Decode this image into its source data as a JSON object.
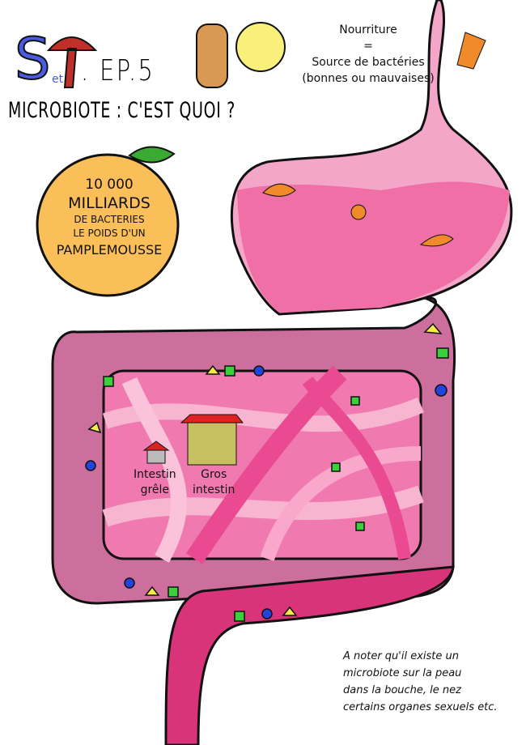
{
  "title": {
    "letter_s": "S",
    "et": "et",
    "episode": ". EP.5",
    "subtitle": "MICROBIOTE : C'EST QUOI ?"
  },
  "food_note": {
    "line1": "Nourriture",
    "line2": "=",
    "line3": "Source de bactéries",
    "line4": "(bonnes ou mauvaises)"
  },
  "grapefruit": {
    "line1": "10 000",
    "line2": "MILLIARDS",
    "line3": "DE BACTERIES",
    "line4": "LE POIDS D'UN",
    "line5": "PAMPLEMOUSSE"
  },
  "labels": {
    "small_intestine_1": "Intestin",
    "small_intestine_2": "grêle",
    "large_intestine_1": "Gros",
    "large_intestine_2": "intestin"
  },
  "footnote": {
    "line1": "A noter qu'il existe un",
    "line2": "microbiote sur la peau",
    "line3": "dans la bouche, le nez",
    "line4": "certains organes sexuels etc."
  },
  "colors": {
    "stomach": "#f4a6c8",
    "acid": "#ef6fa6",
    "intestine_outer": "#cc6f9c",
    "intestine_inner": "#f07ab0",
    "tube": "#d9337a",
    "grapefruit": "#fbbf5a",
    "s_blue": "#4a5be0",
    "t_red": "#c0302a"
  }
}
